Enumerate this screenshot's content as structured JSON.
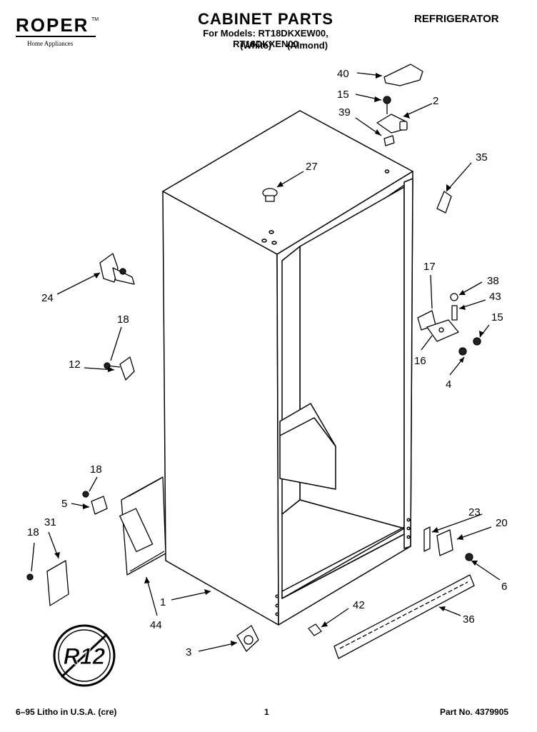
{
  "header": {
    "brand": "ROPER",
    "brand_tm": "TM",
    "brand_sub": "Home Appliances",
    "title": "CABINET PARTS",
    "models_line": "For Models: RT18DKXEW00, RT18DKXEN00",
    "variant_white": "(White)",
    "variant_almond": "(Almond)",
    "category": "REFRIGERATOR"
  },
  "callouts": [
    "40",
    "15",
    "2",
    "39",
    "27",
    "35",
    "24",
    "18",
    "12",
    "17",
    "38",
    "43",
    "15",
    "16",
    "4",
    "18",
    "5",
    "31",
    "18",
    "23",
    "20",
    "6",
    "1",
    "44",
    "42",
    "36",
    "3"
  ],
  "badge_text": "R12",
  "footer": {
    "litho": "6–95 Litho in U.S.A. (cre)",
    "page": "1",
    "part_no": "Part No. 4379905"
  }
}
